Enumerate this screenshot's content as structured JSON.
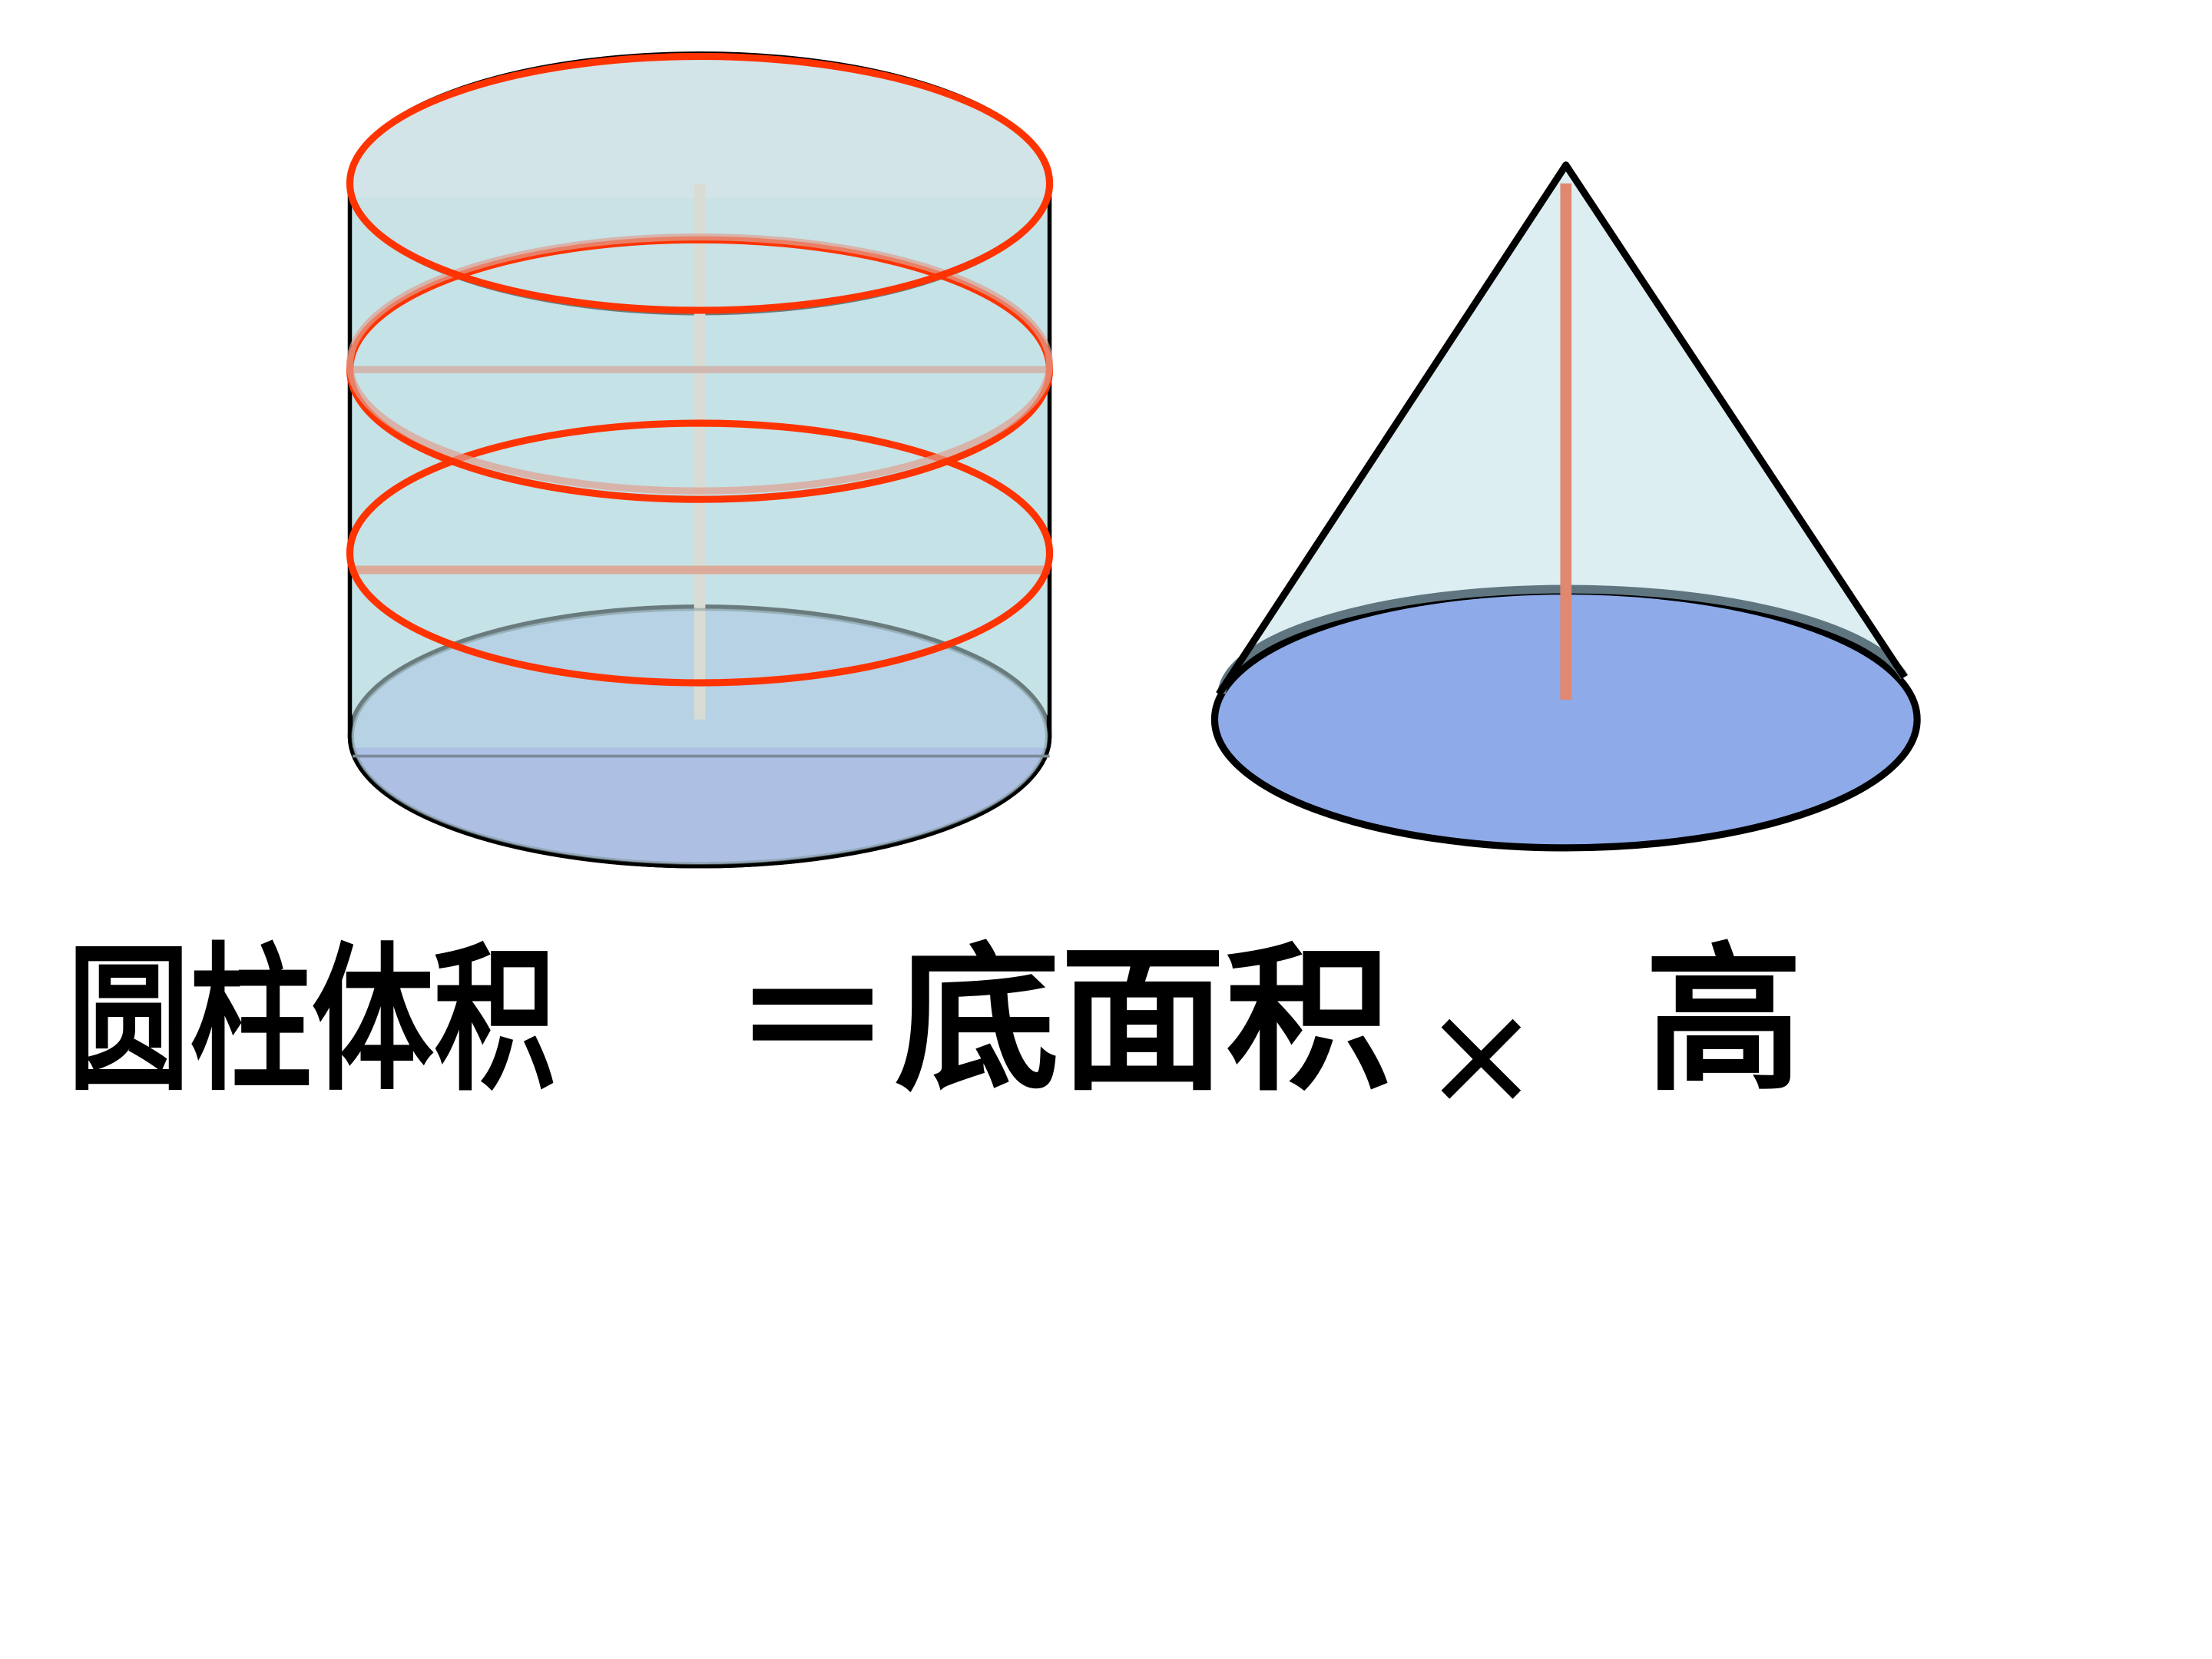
{
  "formula": {
    "lhs": "圆柱体积",
    "equals": "＝",
    "base_area": "底面积",
    "times": "×",
    "height": "高"
  },
  "colors": {
    "cylinder_fill": "#c4e0e4",
    "cylinder_base": "#adc0e4",
    "slice_ring": "#ff3300",
    "cone_side": "#dceef2",
    "cone_base": "#8eaae8",
    "height_line": "#e08870",
    "outline": "#000000"
  }
}
